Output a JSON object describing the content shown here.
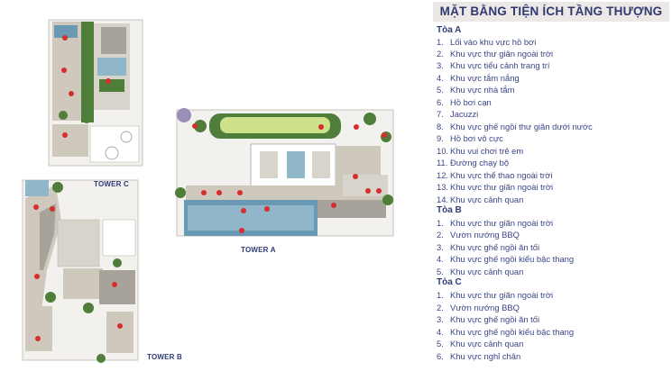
{
  "legend": {
    "title": "MẶT BẰNG TIỆN ÍCH TẦNG THƯỢNG",
    "sections": [
      {
        "heading": "Tòa A",
        "items": [
          {
            "n": "1.",
            "t": "Lối vào khu vực hồ bơi"
          },
          {
            "n": "2.",
            "t": "Khu vực thư giãn ngoài trời"
          },
          {
            "n": "3.",
            "t": "Khu vực tiểu cảnh trang trí"
          },
          {
            "n": "4.",
            "t": "Khu vực tắm nắng"
          },
          {
            "n": "5.",
            "t": "Khu vực nhà tắm"
          },
          {
            "n": "6.",
            "t": "Hồ bơi cạn"
          },
          {
            "n": "7.",
            "t": "Jacuzzi"
          },
          {
            "n": "8.",
            "t": "Khu vực ghế ngồi thư giãn dưới nước"
          },
          {
            "n": "9.",
            "t": "Hồ bơi vô cực"
          },
          {
            "n": "10.",
            "t": "Khu vui chơi trẻ em"
          },
          {
            "n": "11.",
            "t": "Đường chạy bộ"
          },
          {
            "n": "12.",
            "t": "Khu vực thể thao ngoài trời"
          },
          {
            "n": "13.",
            "t": "Khu vực thư giãn ngoài trời"
          },
          {
            "n": "14.",
            "t": "Khu vực cảnh quan"
          }
        ]
      },
      {
        "heading": "Tòa B",
        "items": [
          {
            "n": "1.",
            "t": "Khu vực thư giãn ngoài trời"
          },
          {
            "n": "2.",
            "t": "Vườn nướng BBQ"
          },
          {
            "n": "3.",
            "t": "Khu vực ghế ngồi ăn tối"
          },
          {
            "n": "4.",
            "t": "Khu vực ghế ngồi kiểu bậc thang"
          },
          {
            "n": "5.",
            "t": "Khu vực cảnh quan"
          }
        ]
      },
      {
        "heading": "Tòa C",
        "items": [
          {
            "n": "1.",
            "t": "Khu vực thư giãn ngoài trời"
          },
          {
            "n": "2.",
            "t": "Vườn nướng BBQ"
          },
          {
            "n": "3.",
            "t": "Khu vực ghế ngồi ăn tối"
          },
          {
            "n": "4.",
            "t": "Khu vực ghế ngồi kiểu bậc thang"
          },
          {
            "n": "5.",
            "t": "Khu vực cảnh quan"
          },
          {
            "n": "6.",
            "t": "Khu vực nghỉ chân"
          }
        ]
      }
    ]
  },
  "plan": {
    "tower_a_label": "TOWER A",
    "tower_b_label": "TOWER B",
    "tower_c_label": "TOWER C",
    "colors": {
      "marker": "#d62d2d",
      "paving": "#cfc8bd",
      "greenery": "#4f7d3a",
      "water": "#8fb6c9",
      "pool": "#6a9ab3",
      "deck": "#a8a39a",
      "dark": "#3a3a3a",
      "brand": "#2f3b78"
    }
  }
}
